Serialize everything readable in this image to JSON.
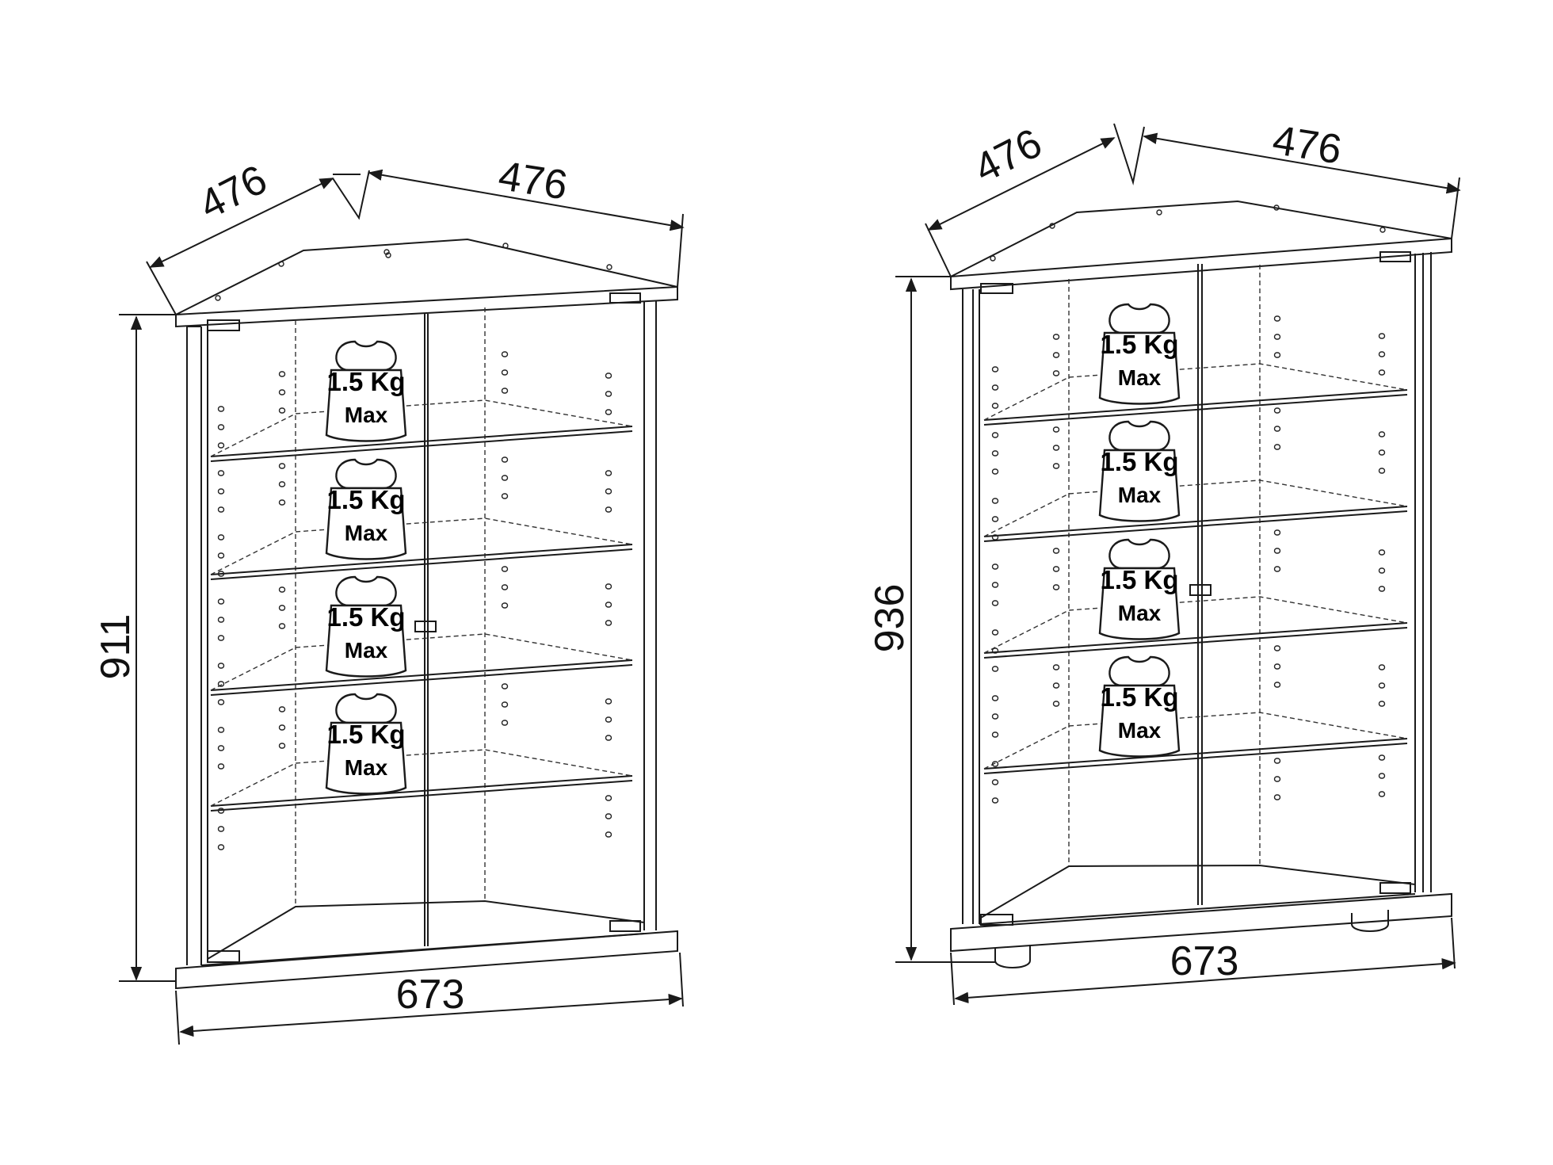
{
  "cabinets": [
    {
      "id": "left",
      "dimensions": {
        "depth_left": "476",
        "depth_right": "476",
        "height": "911",
        "width": "673"
      },
      "shelf_load": [
        {
          "weight": "1.5 Kg",
          "limit": "Max"
        },
        {
          "weight": "1.5 Kg",
          "limit": "Max"
        },
        {
          "weight": "1.5 Kg",
          "limit": "Max"
        },
        {
          "weight": "1.5 Kg",
          "limit": "Max"
        }
      ]
    },
    {
      "id": "right",
      "dimensions": {
        "depth_left": "476",
        "depth_right": "476",
        "height": "936",
        "width": "673"
      },
      "shelf_load": [
        {
          "weight": "1.5 Kg",
          "limit": "Max"
        },
        {
          "weight": "1.5 Kg",
          "limit": "Max"
        },
        {
          "weight": "1.5 Kg",
          "limit": "Max"
        },
        {
          "weight": "1.5 Kg",
          "limit": "Max"
        }
      ]
    }
  ],
  "icons": {
    "weight": "weight-icon"
  }
}
